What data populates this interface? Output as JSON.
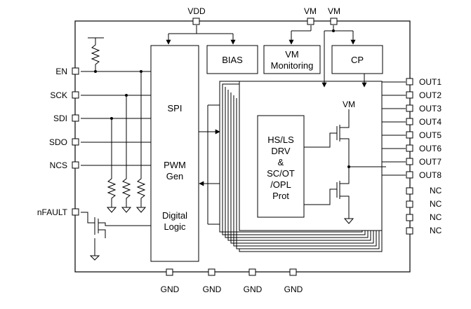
{
  "pins": {
    "vdd": "VDD",
    "vm1": "VM",
    "vm2": "VM",
    "left": [
      "EN",
      "SCK",
      "SDI",
      "SDO",
      "NCS"
    ],
    "nfault": "nFAULT",
    "right": [
      "OUT1",
      "OUT2",
      "OUT3",
      "OUT4",
      "OUT5",
      "OUT6",
      "OUT7",
      "OUT8",
      "NC",
      "NC",
      "NC",
      "NC"
    ],
    "bottom": [
      "GND",
      "GND",
      "GND",
      "GND"
    ]
  },
  "blocks": {
    "spi": "SPI",
    "pwm_line1": "PWM",
    "pwm_line2": "Gen",
    "digital_line1": "Digital",
    "digital_line2": "Logic",
    "bias": "BIAS",
    "vm_mon_line1": "VM",
    "vm_mon_line2": "Monitoring",
    "cp": "CP",
    "drv_lines": [
      "HS/LS",
      "DRV",
      "&",
      "SC/OT",
      "/OPL",
      "Prot"
    ],
    "inner_vm": "VM"
  }
}
